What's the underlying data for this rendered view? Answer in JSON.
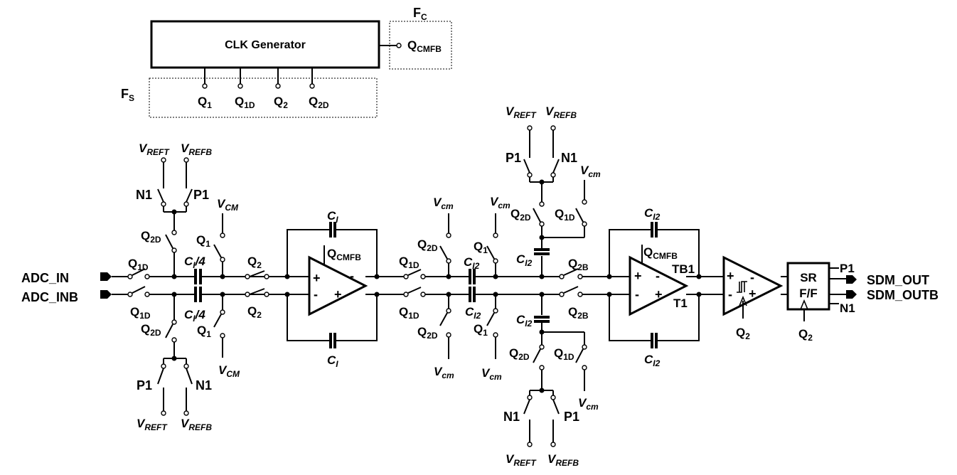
{
  "clock": {
    "block_label": "CLK Generator",
    "fc": {
      "main": "F",
      "sub": "C"
    },
    "fs": {
      "main": "F",
      "sub": "S"
    },
    "cmfb_out": {
      "main": "Q",
      "sub": "CMFB"
    },
    "phases": [
      {
        "main": "Q",
        "sub": "1"
      },
      {
        "main": "Q",
        "sub": "1D"
      },
      {
        "main": "Q",
        "sub": "2"
      },
      {
        "main": "Q",
        "sub": "2D"
      }
    ]
  },
  "ports": {
    "in_p": "ADC_IN",
    "in_n": "ADC_INB",
    "out_p": "SDM_OUT",
    "out_n": "SDM_OUTB"
  },
  "labels": {
    "q1d": {
      "main": "Q",
      "sub": "1D"
    },
    "q2d": {
      "main": "Q",
      "sub": "2D"
    },
    "q1": {
      "main": "Q",
      "sub": "1"
    },
    "q2": {
      "main": "Q",
      "sub": "2"
    },
    "q2b": {
      "main": "Q",
      "sub": "2B"
    },
    "qcmfb": {
      "main": "Q",
      "sub": "CMFB"
    },
    "vreft": {
      "main": "V",
      "sub": "REFT"
    },
    "vrefb": {
      "main": "V",
      "sub": "REFB"
    },
    "vcm_upper": {
      "main": "V",
      "sub": "CM"
    },
    "vcm_lower": {
      "main": "V",
      "sub": "cm"
    },
    "ci": {
      "main": "C",
      "sub": "I"
    },
    "ci_quarter": {
      "main": "C",
      "sub": "I",
      "suffix": "/4"
    },
    "ci2": {
      "main": "C",
      "sub": "I2"
    },
    "p1": "P1",
    "n1": "N1",
    "tb1": "TB1",
    "t1": "T1",
    "plus": "+",
    "minus": "-",
    "sr_top": "SR",
    "sr_bottom": "F/F"
  }
}
